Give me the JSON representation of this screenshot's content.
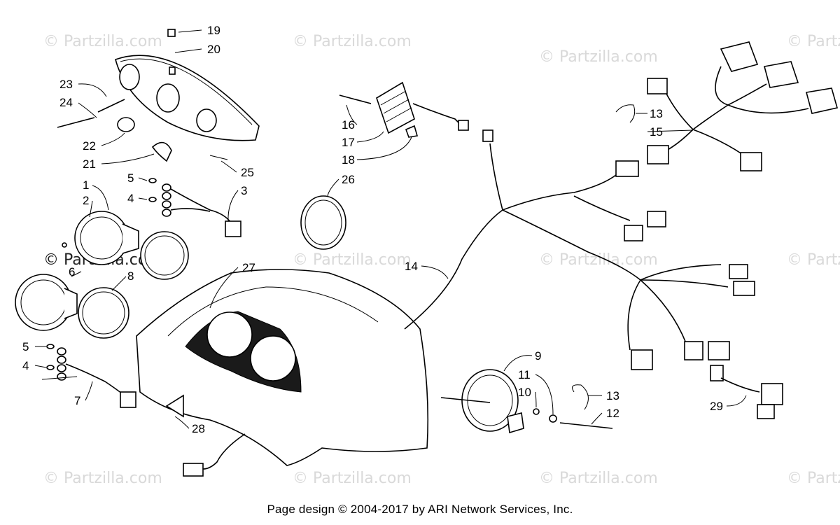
{
  "footer": {
    "text": "Page design © 2004-2017 by ARI Network Services, Inc."
  },
  "watermark": {
    "text": "© Partzilla.com",
    "color": "#d9d9d9"
  },
  "callouts": [
    {
      "id": "c19",
      "label": "19"
    },
    {
      "id": "c20",
      "label": "20"
    },
    {
      "id": "c23",
      "label": "23"
    },
    {
      "id": "c24",
      "label": "24"
    },
    {
      "id": "c22",
      "label": "22"
    },
    {
      "id": "c21",
      "label": "21"
    },
    {
      "id": "c25",
      "label": "25"
    },
    {
      "id": "c5a",
      "label": "5"
    },
    {
      "id": "c1",
      "label": "1"
    },
    {
      "id": "c2",
      "label": "2"
    },
    {
      "id": "c4a",
      "label": "4"
    },
    {
      "id": "c3",
      "label": "3"
    },
    {
      "id": "c26",
      "label": "26"
    },
    {
      "id": "c16",
      "label": "16"
    },
    {
      "id": "c17",
      "label": "17"
    },
    {
      "id": "c18",
      "label": "18"
    },
    {
      "id": "c13a",
      "label": "13"
    },
    {
      "id": "c15",
      "label": "15"
    },
    {
      "id": "c14",
      "label": "14"
    },
    {
      "id": "c27",
      "label": "27"
    },
    {
      "id": "c6",
      "label": "6"
    },
    {
      "id": "c8",
      "label": "8"
    },
    {
      "id": "c5b",
      "label": "5"
    },
    {
      "id": "c4b",
      "label": "4"
    },
    {
      "id": "c7",
      "label": "7"
    },
    {
      "id": "c28",
      "label": "28"
    },
    {
      "id": "c9",
      "label": "9"
    },
    {
      "id": "c11",
      "label": "11"
    },
    {
      "id": "c10",
      "label": "10"
    },
    {
      "id": "c13b",
      "label": "13"
    },
    {
      "id": "c12",
      "label": "12"
    },
    {
      "id": "c29",
      "label": "29"
    }
  ]
}
